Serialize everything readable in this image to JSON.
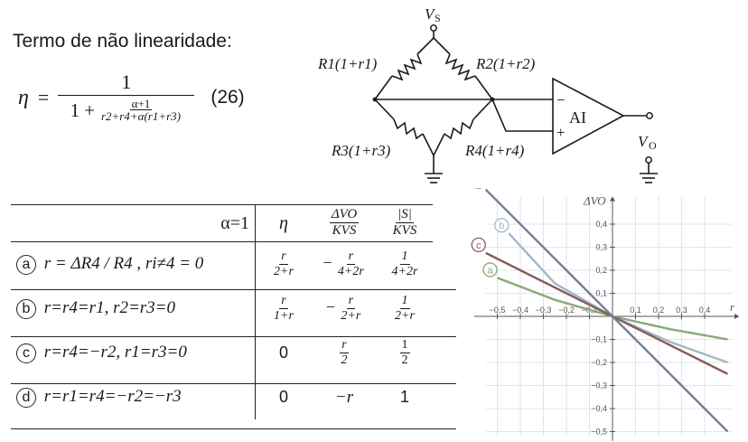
{
  "heading": "Termo de não linearidade:",
  "formula": {
    "lhs": "η",
    "eq": "=",
    "num": "1",
    "den_one": "1",
    "plus": "+",
    "inner_num": "α+1",
    "inner_den": "r2+r4+α(r1+r3)",
    "tag": "(26)"
  },
  "circuit": {
    "vs": "V",
    "vs_sub": "S",
    "r1": "R1(1+r1)",
    "r2": "R2(1+r2)",
    "r3": "R3(1+r3)",
    "r4": "R4(1+r4)",
    "amp": "AI",
    "minus": "−",
    "plus": "+",
    "vo": "V",
    "vo_sub": "O"
  },
  "table": {
    "header": {
      "alpha": "α=1",
      "eta": "η",
      "dv_num": "ΔVO",
      "dv_den": "KVS",
      "s_num": "|S|",
      "s_den": "KVS"
    },
    "rows": [
      {
        "id": "a",
        "cond": "r = ΔR4 / R4 ,   ri≠4 = 0",
        "eta_num": "r",
        "eta_den": "2+r",
        "dv_sign": "−",
        "dv_num": "r",
        "dv_den": "4+2r",
        "s_num": "1",
        "s_den": "4+2r"
      },
      {
        "id": "b",
        "cond": "r=r4=r1,   r2=r3=0",
        "eta_num": "r",
        "eta_den": "1+r",
        "dv_sign": "−",
        "dv_num": "r",
        "dv_den": "2+r",
        "s_num": "1",
        "s_den": "2+r"
      },
      {
        "id": "c",
        "cond": "r=r4=−r2, r1=r3=0",
        "eta": "0",
        "dv_num": "r",
        "dv_den": "2",
        "s_num": "1",
        "s_den": "2"
      },
      {
        "id": "d",
        "cond": "r=r1=r4=−r2=−r3",
        "eta": "0",
        "dv": "−r",
        "s": "1"
      }
    ]
  },
  "chart_data": {
    "type": "line",
    "ylabel": "ΔVO",
    "xlabel": "r",
    "xlim": [
      -0.55,
      0.52
    ],
    "ylim": [
      -0.52,
      0.52
    ],
    "xticks": [
      "−0,5",
      "−0,4",
      "−0,3",
      "−0,2",
      "−0,1",
      "0,1",
      "0,2",
      "0,3",
      "0,4"
    ],
    "yticks": [
      "0,4",
      "0,3",
      "0,2",
      "0,1",
      "−0,1",
      "−0,2",
      "−0,3",
      "−0,4",
      "−0,5"
    ],
    "series": [
      {
        "name": "a",
        "color": "#8aa878",
        "x": [
          -0.5,
          -0.25,
          0,
          0.25,
          0.5
        ],
        "y": [
          0.167,
          0.0714,
          0,
          -0.0556,
          -0.1
        ]
      },
      {
        "name": "b",
        "color": "#9fb8c8",
        "x": [
          -0.45,
          -0.25,
          0,
          0.25,
          0.5
        ],
        "y": [
          0.36,
          0.143,
          0,
          -0.111,
          -0.2
        ]
      },
      {
        "name": "c",
        "color": "#8a5c5c",
        "x": [
          -0.55,
          0,
          0.5
        ],
        "y": [
          0.275,
          0,
          -0.25
        ]
      },
      {
        "name": "d",
        "color": "#7b7b9a",
        "x": [
          -0.55,
          0,
          0.5
        ],
        "y": [
          0.55,
          0,
          -0.5
        ]
      }
    ]
  }
}
